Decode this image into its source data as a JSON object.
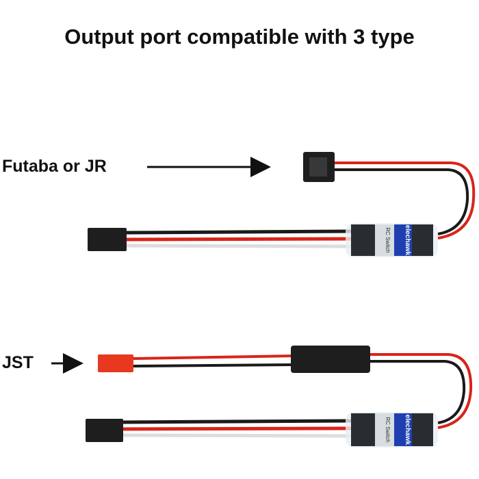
{
  "title": "Output port compatible with 3 type",
  "labels": {
    "futaba_jr": "Futaba or JR",
    "jst": "JST"
  },
  "module": {
    "brand": "elechawk",
    "name": "RC Switch"
  },
  "colors": {
    "wire_red": "#d8241a",
    "wire_black": "#1a1a1a",
    "wire_white": "#eeeeee",
    "brand_band": "#1f3fb0",
    "jst_connector": "#e8381f"
  }
}
